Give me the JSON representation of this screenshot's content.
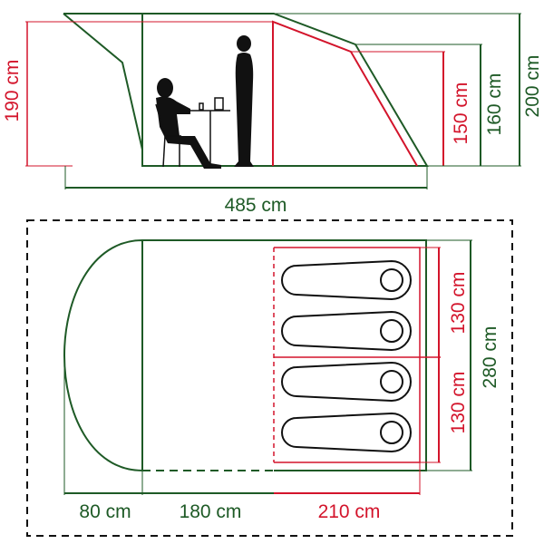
{
  "side_view": {
    "length_label": "485 cm",
    "height_labels": {
      "awning": "190 cm",
      "bedroom_inner": "150 cm",
      "bedroom_outer": "160 cm",
      "total": "200 cm"
    }
  },
  "floor_plan": {
    "width_labels": {
      "bedroom_1": "130 cm",
      "bedroom_2": "130 cm",
      "total": "280 cm"
    },
    "length_labels": {
      "porch": "80 cm",
      "living": "180 cm",
      "bedroom": "210 cm"
    },
    "sleeping_bags": 4
  },
  "colors": {
    "outer": "#1e5a26",
    "inner": "#d3142b",
    "figure": "#111111"
  }
}
